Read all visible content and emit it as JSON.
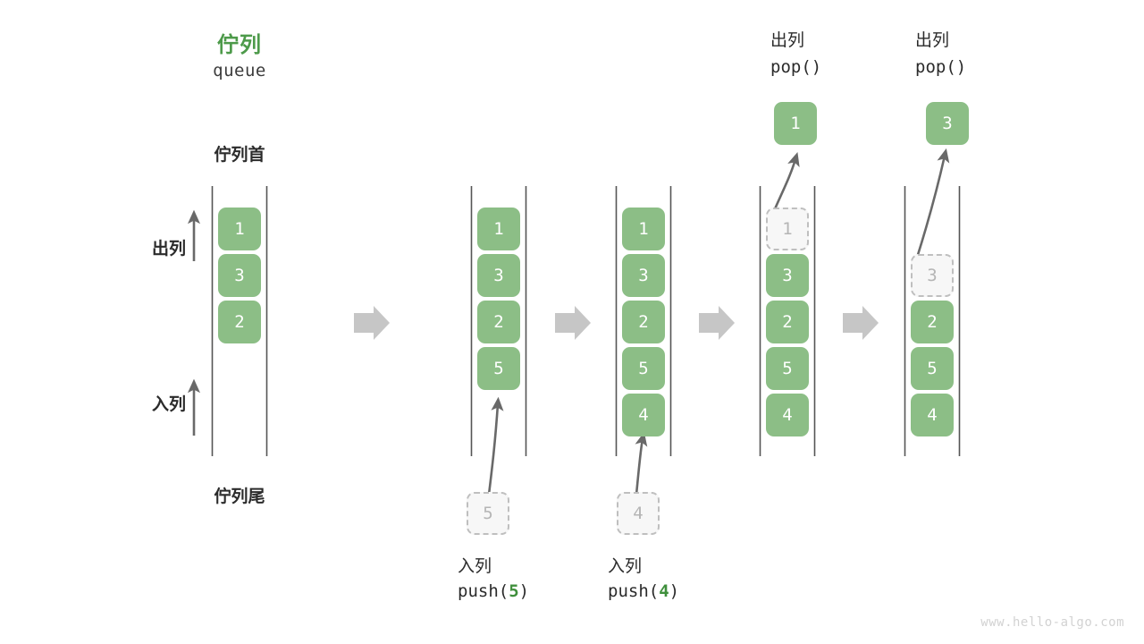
{
  "title": {
    "cn": "佇列",
    "en": "queue",
    "color": "#4d9a4a"
  },
  "labels": {
    "head": "佇列首",
    "tail": "佇列尾",
    "dequeue": "出列",
    "enqueue": "入列"
  },
  "colors": {
    "element": "#8cbe86",
    "element_text": "#ffffff",
    "ghost_fill": "#f7f7f7",
    "ghost_border": "#bfbfbf",
    "ghost_text": "#b5b5b5",
    "rail": "#555555",
    "arrow": "#696969",
    "connector": "#c6c6c6",
    "accent_green": "#3f8f3c",
    "watermark": "#d2d2d2"
  },
  "watermark": "www.hello-algo.com",
  "chart_data": {
    "type": "diagram",
    "title": "佇列 queue — push / pop operations",
    "columns": [
      {
        "id": "state-initial",
        "elements": [
          "1",
          "3",
          "2"
        ],
        "ghost": null,
        "floating": null,
        "caption_cn": null,
        "caption_code": null
      },
      {
        "id": "state-push-5",
        "elements": [
          "1",
          "3",
          "2",
          "5"
        ],
        "ghost": {
          "value": "5",
          "position": "below-queue"
        },
        "floating": null,
        "caption_cn": "入列",
        "caption_code": "push(5)",
        "caption_arg": "5"
      },
      {
        "id": "state-push-4",
        "elements": [
          "1",
          "3",
          "2",
          "5",
          "4"
        ],
        "ghost": {
          "value": "4",
          "position": "below-queue"
        },
        "floating": null,
        "caption_cn": "入列",
        "caption_code": "push(4)",
        "caption_arg": "4"
      },
      {
        "id": "state-pop-1",
        "elements": [
          "3",
          "2",
          "5",
          "4"
        ],
        "ghost": {
          "value": "1",
          "position": "slot-0"
        },
        "floating": {
          "value": "1"
        },
        "caption_cn": "出列",
        "caption_code": "pop()",
        "caption_position": "top"
      },
      {
        "id": "state-pop-3",
        "elements": [
          "2",
          "5",
          "4"
        ],
        "ghost": {
          "value": "3",
          "position": "slot-1"
        },
        "floating": {
          "value": "3"
        },
        "caption_cn": "出列",
        "caption_code": "pop()",
        "caption_position": "top"
      }
    ],
    "connectors": 4,
    "side_arrows": [
      {
        "label": "出列",
        "direction": "up"
      },
      {
        "label": "入列",
        "direction": "up"
      }
    ]
  }
}
